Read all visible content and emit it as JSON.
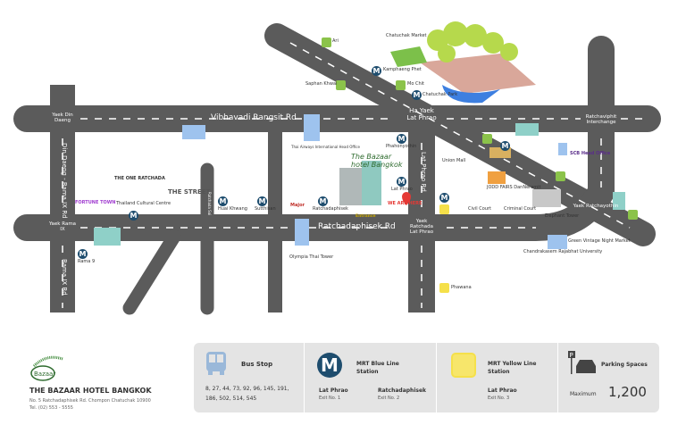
{
  "roads": {
    "vibhavadi": "Vibhavadi Rangsit Rd",
    "ratchadaphisek": "Ratchadaphisek Rd",
    "lat_phrao": "Lat Phrao Rd",
    "din_daeng": "Din Daeng - Rama IX Rd",
    "rama9": "Rama IX Rd",
    "ratchada_soi": "Ratchada Soi"
  },
  "junctions": {
    "din_daeng": "Yaek Din Daeng",
    "rama9": "Yaek Rama IX",
    "ha_yaek": "Ha Yaek Lat Phrao",
    "ratchada_lat_phrao": "Yaek Ratchada Lat Phrao",
    "ratchayothin": "Yaek Ratchayothin",
    "ratchaviphit": "Ratchaviphit Interchange"
  },
  "places": {
    "the_one": "THE ONE RATCHADA",
    "fortune": "FORTUNE TOWN",
    "cultural_centre": "Thailand Cultural Centre",
    "the_street": "THE STREET",
    "huai_khwang": "Huai Khwang",
    "sutthisan": "Sutthisan",
    "rama9_station": "Rama 9",
    "ratchadaphisek_station": "Ratchadaphisek",
    "lat_phrao_station": "Lat Phrao",
    "phahon": "Phahonyothin",
    "thai_airways": "Thai Airways International Head Office",
    "olympia": "Olympia Thai Tower",
    "union_mall": "Union Mall",
    "jodd_fairs": "JODD FAIRS DanNeramit",
    "civil_court": "Civil Court",
    "criminal_court": "Criminal Court",
    "elephant_tower": "Elephant Tower",
    "scb": "SCB Head Office",
    "chandrakasem": "Chandrakasem Rajabhat University",
    "green_vintage": "Green Vintage Night Market",
    "phawana": "Phawana",
    "sanam_pao": "Saphan Khwai",
    "ari": "Ari",
    "kamphaeng_phet": "Kamphaeng Phet",
    "mo_chit": "Mo Chit",
    "chatuchak_park": "Chatuchak Park",
    "chatuchak_market": "Chatuchak Market",
    "entrance": "Entrance",
    "we_are_here": "WE ARE HERE",
    "major": "Major"
  },
  "hotel": {
    "logo_text": "The Bazaar hotel Bangkok",
    "name": "THE BAZAAR HOTEL BANGKOK",
    "address": "No. 5 Ratchadaphisek Rd. Chompon Chatuchak 10900",
    "tel": "Tel. (02) 553 - 5555"
  },
  "legend": {
    "bus": {
      "title": "Bus Stop",
      "routes_1": "8, 27, 44, 73, 92, 96, 145, 191,",
      "routes_2": "186, 502, 514, 545"
    },
    "blue": {
      "title_1": "MRT Blue Line",
      "title_2": "Station",
      "st1": "Lat Phrao",
      "ex1": "Exit No. 1",
      "st2": "Ratchadaphisek",
      "ex2": "Exit No. 2"
    },
    "yellow": {
      "title_1": "MRT Yellow Line",
      "title_2": "Station",
      "st": "Lat Phrao",
      "ex": "Exit No. 3"
    },
    "parking": {
      "title": "Parking Spaces",
      "label": "Maximum",
      "value": "1,200"
    }
  },
  "colors": {
    "road": "#5b5b5b",
    "mrt_blue": "#1e4d6e",
    "yellow": "#f5e04a",
    "pin": "#e53935"
  }
}
